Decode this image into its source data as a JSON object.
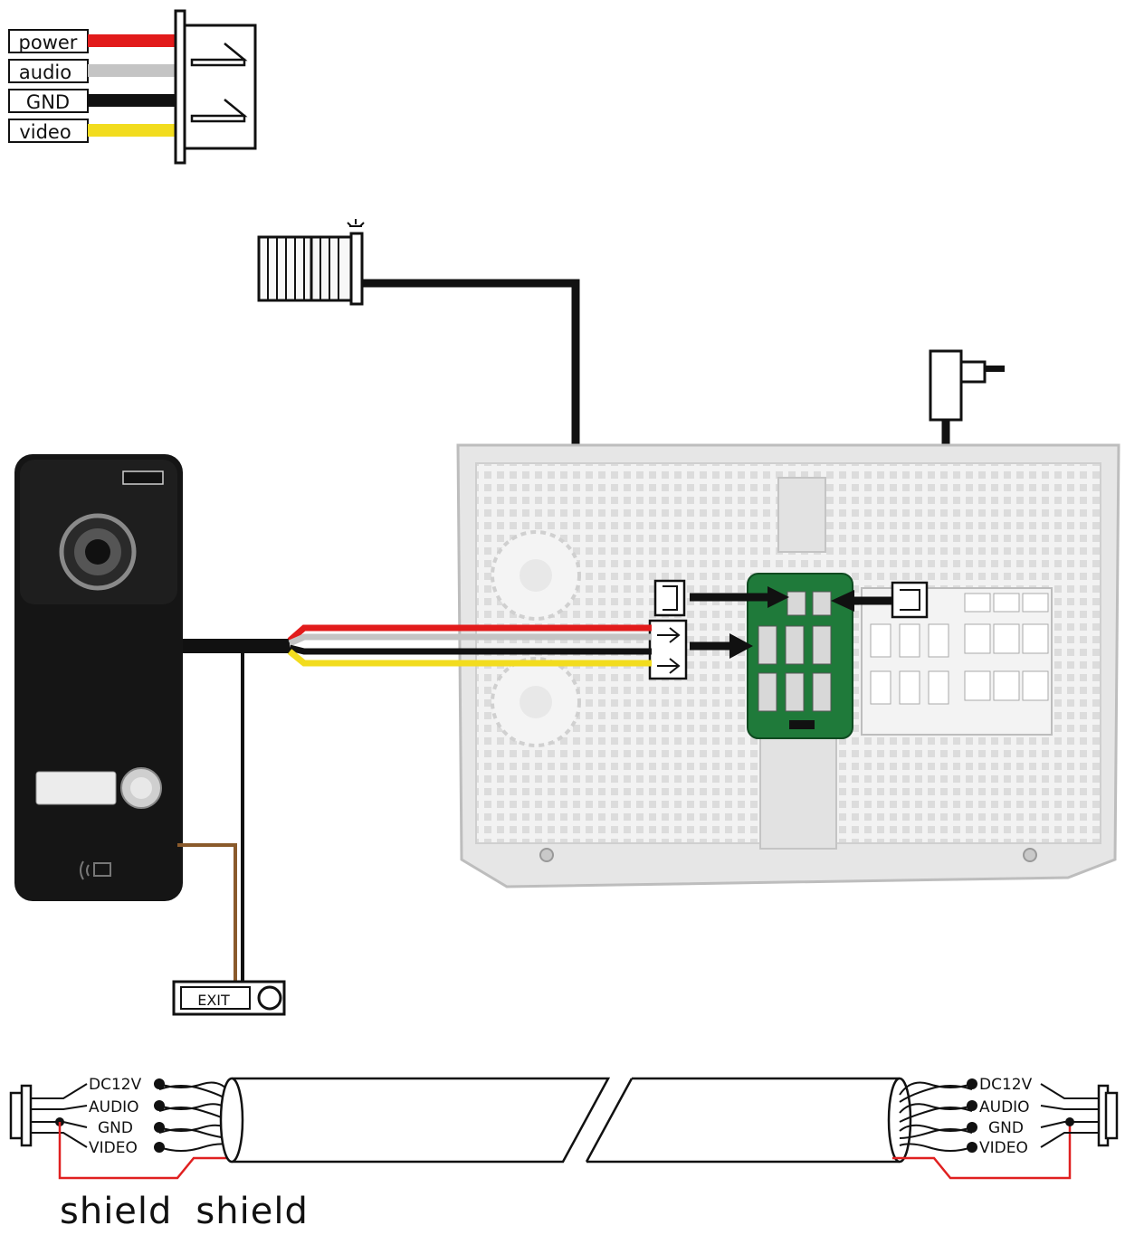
{
  "legend": {
    "items": [
      {
        "label": "power",
        "color": "#e21b1b"
      },
      {
        "label": "audio",
        "color": "#c4c4c4"
      },
      {
        "label": "GND",
        "color": "#111111"
      },
      {
        "label": "video",
        "color": "#f2dc1e"
      }
    ]
  },
  "exit_button": {
    "label": "EXIT"
  },
  "cable": {
    "left_pins": [
      "DC12V",
      "AUDIO",
      "GND",
      "VIDEO"
    ],
    "right_pins": [
      "DC12V",
      "AUDIO",
      "GND",
      "VIDEO"
    ],
    "shield_labels": [
      "shield",
      "shield"
    ],
    "shield_color": "#e02020"
  },
  "colors": {
    "panel_body": "#151515",
    "monitor_body": "#e6e6e6",
    "pcb": "#1f7a3a",
    "unlock_wire": "#8a5a2b"
  },
  "icons": [
    "door-lock-icon",
    "door-station-camera-icon",
    "rfid-icon",
    "power-adapter-icon",
    "exit-button-icon",
    "connector-icon"
  ]
}
